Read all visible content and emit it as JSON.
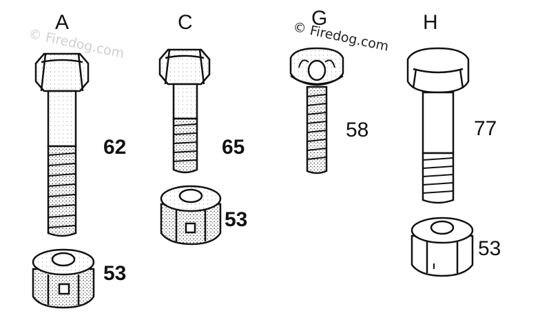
{
  "labels": {
    "bolt_a": "A",
    "bolt_c": "C",
    "bolt_g": "G",
    "bolt_h": "H"
  },
  "part_numbers": {
    "bolt_a": "62",
    "nut_a": "53",
    "bolt_c": "65",
    "nut_c": "53",
    "bolt_g": "58",
    "bolt_h": "77",
    "nut_h": "53"
  },
  "watermarks": {
    "faint": "© Firedog.com",
    "main": "© Firedog.com"
  }
}
